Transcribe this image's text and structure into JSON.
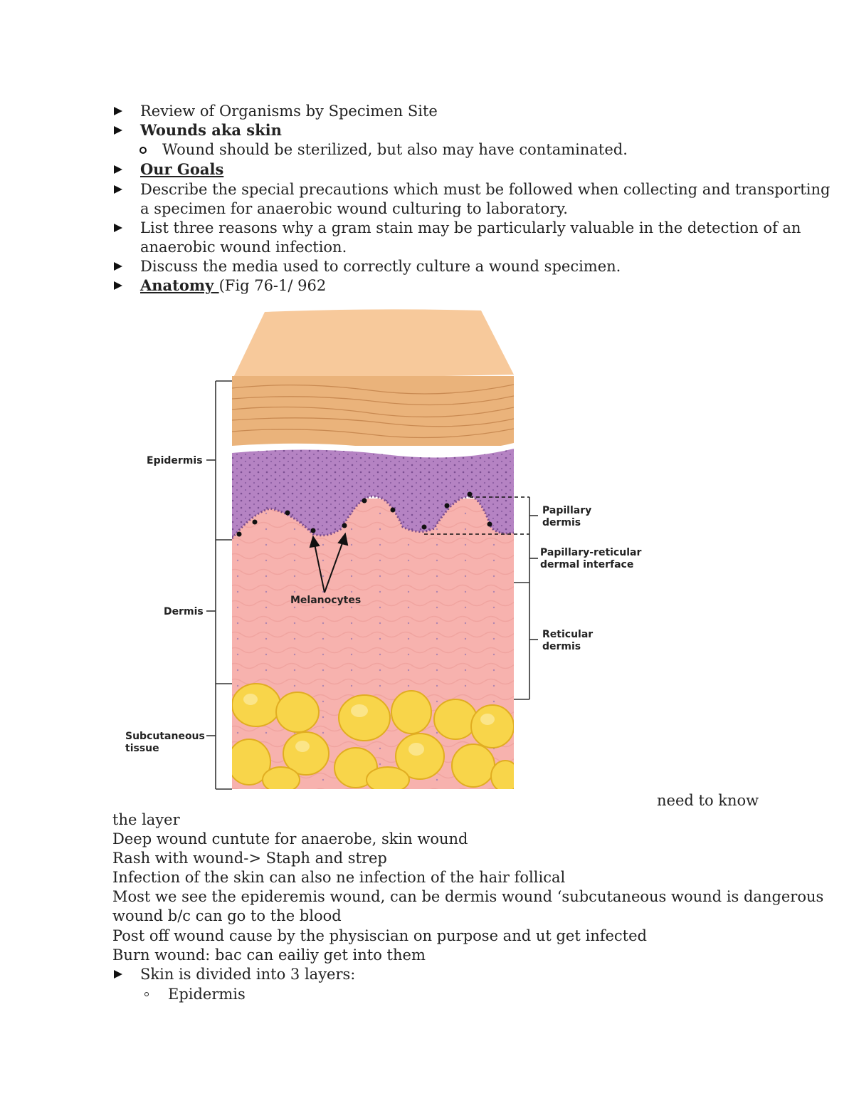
{
  "outline": {
    "item1": "Review of Organisms by Specimen Site",
    "item2": "Wounds aka skin",
    "item2_sub": "Wound should be sterilized, but also may have contaminated.",
    "goals_heading": "Our Goals",
    "goal1_l1": "Describe the special precautions which must be followed when collecting and transporting",
    "goal1_l2": "a specimen for anaerobic wound culturing to laboratory.",
    "goal2_l1": "List three reasons why a gram stain may be particularly valuable in the detection of an",
    "goal2_l2": "anaerobic wound infection.",
    "goal3": "Discuss the media used to correctly culture a wound specimen.",
    "anatomy_heading": "Anatomy ",
    "anatomy_ref": "(Fig 76-1/ 962"
  },
  "figure": {
    "labels": {
      "epidermis": "Epidermis",
      "dermis": "Dermis",
      "subcutaneous_l1": "Subcutaneous",
      "subcutaneous_l2": "tissue",
      "melanocytes": "Melanocytes",
      "papillary_l1": "Papillary",
      "papillary_l2": "dermis",
      "interface_l1": "Papillary-reticular",
      "interface_l2": "dermal interface",
      "reticular_l1": "Reticular",
      "reticular_l2": "dermis"
    },
    "colors": {
      "top_skin": "#f7c99b",
      "stratum": "#e8b27a",
      "epidermis": "#b583c3",
      "dermis": "#f7b2ae",
      "fat": "#f8d54a"
    }
  },
  "notes": {
    "n0": "need to know",
    "n1": "the layer",
    "n2": "Deep wound cuntute for anaerobe, skin wound",
    "n3": "Rash with wound-> Staph and strep",
    "n4": "Infection of the skin can also ne infection of the hair follical",
    "n5": "Most we see the epideremis wound, can be dermis wound ‘subcutaneous wound is dangerous",
    "n6": "wound b/c can go to the blood",
    "n7": "Post off wound cause by the physiscian on purpose and ut get infected",
    "n8": "Burn wound: bac can eailiy get into them",
    "n9": "Skin is divided into 3 layers:",
    "n10": "Epidermis"
  }
}
